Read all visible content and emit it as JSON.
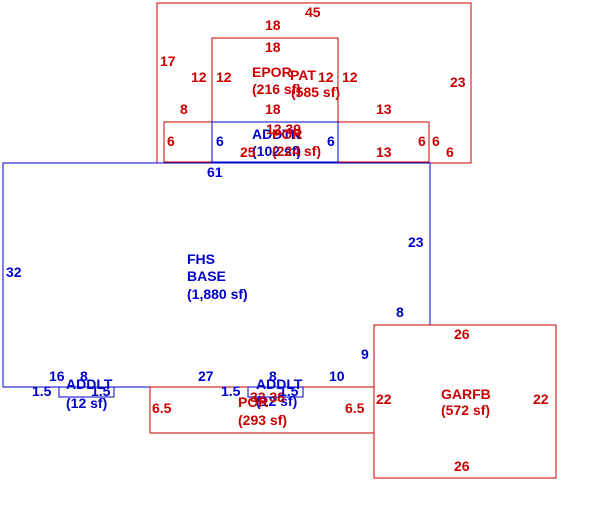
{
  "areas": {
    "base": {
      "code": "FHS",
      "name": "BASE",
      "area": "(1,880 sf)"
    },
    "epor": {
      "code": "EPOR",
      "area": "(216 sf)"
    },
    "pat": {
      "code": "PAT",
      "area": "(585 sf)"
    },
    "addtn_top": {
      "code": "ADDTN",
      "area": "(102 sf)"
    },
    "por_top": {
      "code": "POR",
      "area": "(224 sf)"
    },
    "garfb": {
      "code": "GARFB",
      "area": "(572 sf)"
    },
    "addlt_left": {
      "code": "ADDLT",
      "area": "(12 sf)"
    },
    "addlt_mid": {
      "code": "ADDLT",
      "area": "(12 sf)"
    },
    "por_bottom": {
      "code": "POR",
      "area": "(293 sf)",
      "overlap": "32 38"
    }
  },
  "dims": {
    "pat_top": "45",
    "pat_left": "17",
    "pat_right": "23",
    "pat_bottom_left": "8",
    "pat_bottom_right": "13",
    "epor_top_outer": "18",
    "epor_top_inner": "18",
    "epor_left_outer": "12",
    "epor_left_inner": "12",
    "epor_right_inner": "12",
    "epor_right_outer": "12",
    "epor_bottom": "18",
    "addtn_top_overlap": "12 39",
    "por_top_left": "6",
    "por_top_inner_left": "6",
    "por_top_inner_right": "6",
    "por_top_right_a": "6",
    "por_top_right_b": "6",
    "por_top_right_c": "6",
    "por_top_bottom_a": "25",
    "por_top_bottom_b": "13",
    "base_top": "61",
    "base_left": "32",
    "base_right": "23",
    "base_step": "8",
    "base_step_v": "9",
    "base_bottom_mid": "27",
    "base_bottom_right": "10",
    "addlt_left_w": "16",
    "addlt_left_w2": "8",
    "addlt_left_h": "1.5",
    "addlt_left_h2": "1.5",
    "addlt_mid_w": "8",
    "addlt_mid_h": "1.5",
    "addlt_mid_h2": "1.5",
    "por_bottom_left": "6.5",
    "por_bottom_right": "6.5",
    "garfb_top": "26",
    "garfb_left": "22",
    "garfb_right": "22",
    "garfb_bottom": "26"
  }
}
